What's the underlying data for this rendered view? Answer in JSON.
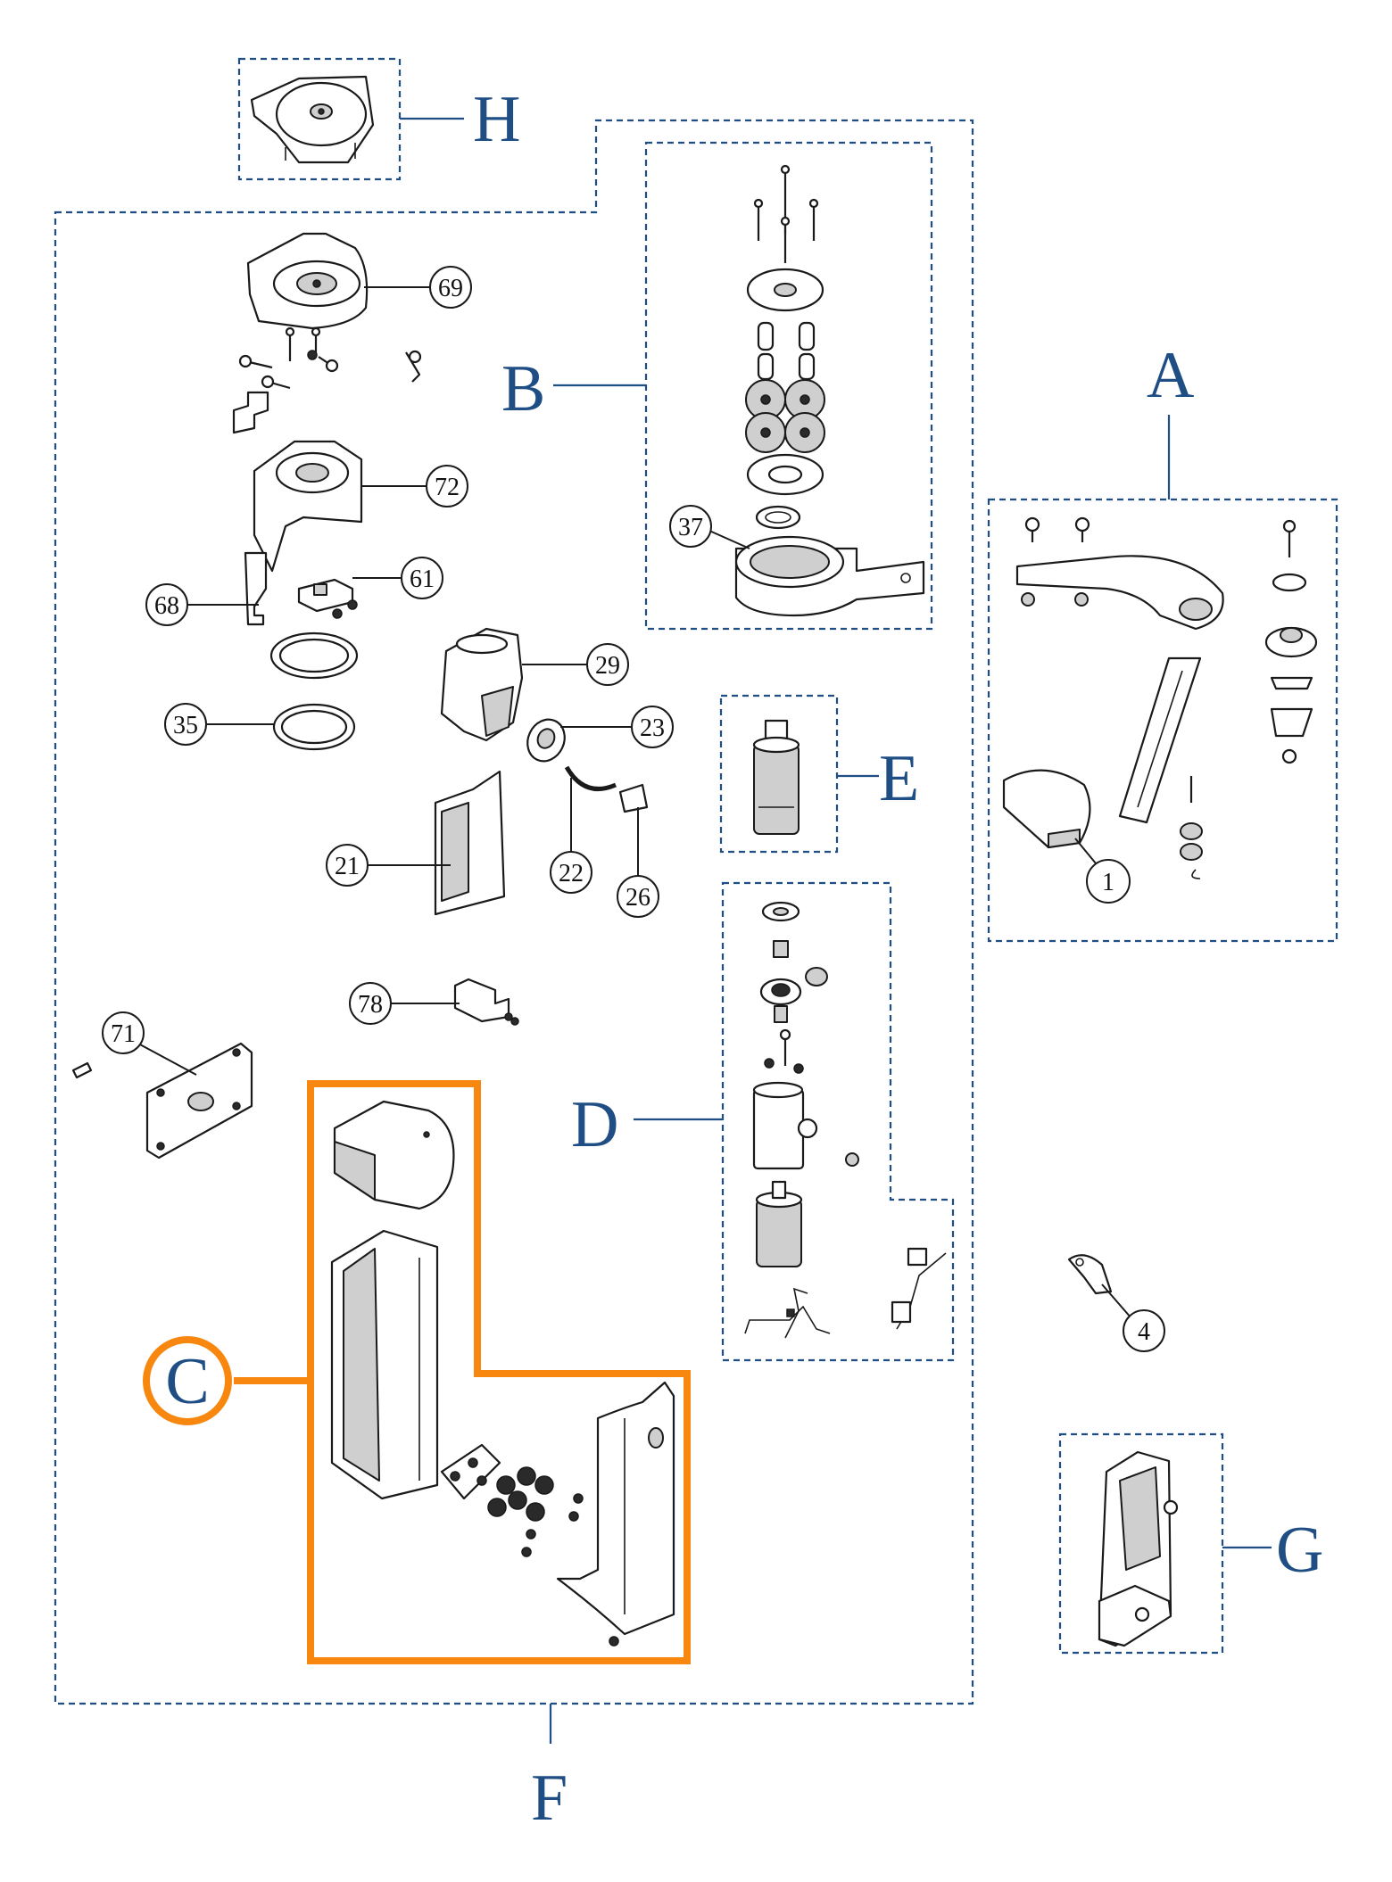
{
  "groups": [
    {
      "letter": "A"
    },
    {
      "letter": "B"
    },
    {
      "letter": "C"
    },
    {
      "letter": "D"
    },
    {
      "letter": "E"
    },
    {
      "letter": "F"
    },
    {
      "letter": "G"
    },
    {
      "letter": "H"
    }
  ],
  "callouts": [
    "69",
    "72",
    "61",
    "68",
    "35",
    "29",
    "23",
    "22",
    "26",
    "21",
    "37",
    "1",
    "4",
    "78",
    "71"
  ],
  "colors": {
    "group_blue": "#1f4e85",
    "highlight_orange": "#f7870f",
    "line_black": "#1a1a1a"
  },
  "highlighted_group": "C"
}
